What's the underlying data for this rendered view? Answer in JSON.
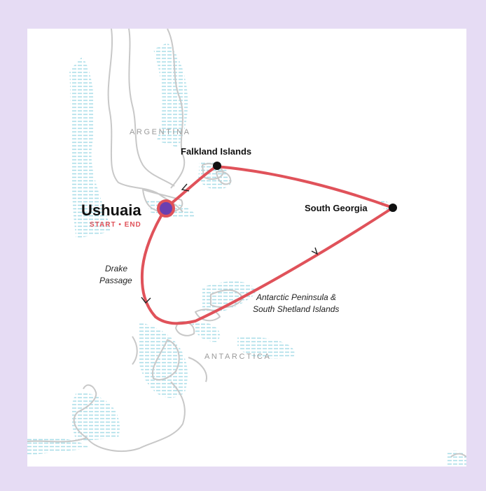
{
  "map": {
    "regions": {
      "argentina": "ARGENTINA",
      "antarctica": "ANTARCTICA"
    },
    "places": {
      "ushuaia": {
        "name": "Ushuaia",
        "tag": "START • END"
      },
      "falklands": {
        "name": "Falkland Islands"
      },
      "south_georgia": {
        "name": "South Georgia"
      }
    },
    "passages": {
      "drake_line1": "Drake",
      "drake_line2": "Passage",
      "peninsula_line1": "Antarctic Peninsula &",
      "peninsula_line2": "South Shetland Islands"
    },
    "colors": {
      "frame": "#e6dcf4",
      "route": "#e0525a",
      "start_marker": "#6b3fb0",
      "land_outline": "#c8c8c8",
      "water_hatch": "#a9dde8",
      "dot": "#111111"
    }
  }
}
